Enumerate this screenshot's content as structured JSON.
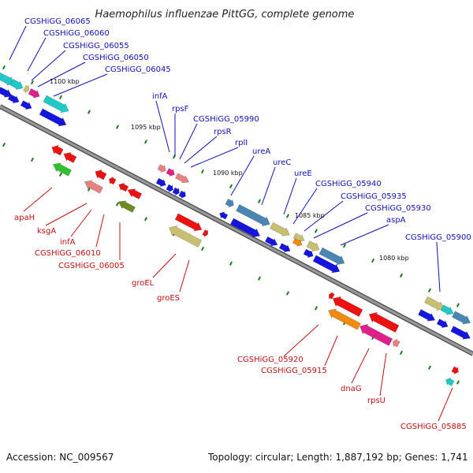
{
  "title": "Haemophilus influenzae PittGG, complete genome",
  "accession_label": "Accession: NC_009567",
  "topology_label": "Topology: circular; Length: 1,887,192 bp; Genes: 1,741",
  "colors": {
    "backbone": "#7a7a7a",
    "tick": "#1e7a1e",
    "label_blue": "#1010b0",
    "label_red": "#c01010",
    "cds_blue": "#1515e0",
    "cyan": "#20c8c8",
    "pink": "#e0208a",
    "red": "#ee1111",
    "salmon": "#e88080",
    "green": "#30c030",
    "olive": "#6f8a20",
    "khaki": "#c8c070",
    "steel": "#4a86b4",
    "orange": "#f08a10",
    "light_red": "#f07070"
  },
  "kbp_labels": [
    "1100 kbp",
    "1095 kbp",
    "1090 kbp",
    "1085 kbp",
    "1080 kbp"
  ],
  "top_labels": [
    "CGSHiGG_06065",
    "CGSHiGG_06060",
    "CGSHiGG_06055",
    "CGSHiGG_06050",
    "CGSHiGG_06045",
    "infA",
    "rpsF",
    "CGSHiGG_05990",
    "rpsR",
    "rplI",
    "ureA",
    "ureC",
    "ureE",
    "CGSHiGG_05940",
    "CGSHiGG_05935",
    "CGSHiGG_05930",
    "aspA",
    "CGSHiGG_05900"
  ],
  "bottom_labels": [
    "apaH",
    "ksgA",
    "infA",
    "CGSHiGG_06010",
    "CGSHiGG_06005",
    "groEL",
    "groES",
    "CGSHiGG_05920",
    "CGSHiGG_05915",
    "dnaG",
    "rpsU",
    "CGSHiGG_05885"
  ]
}
